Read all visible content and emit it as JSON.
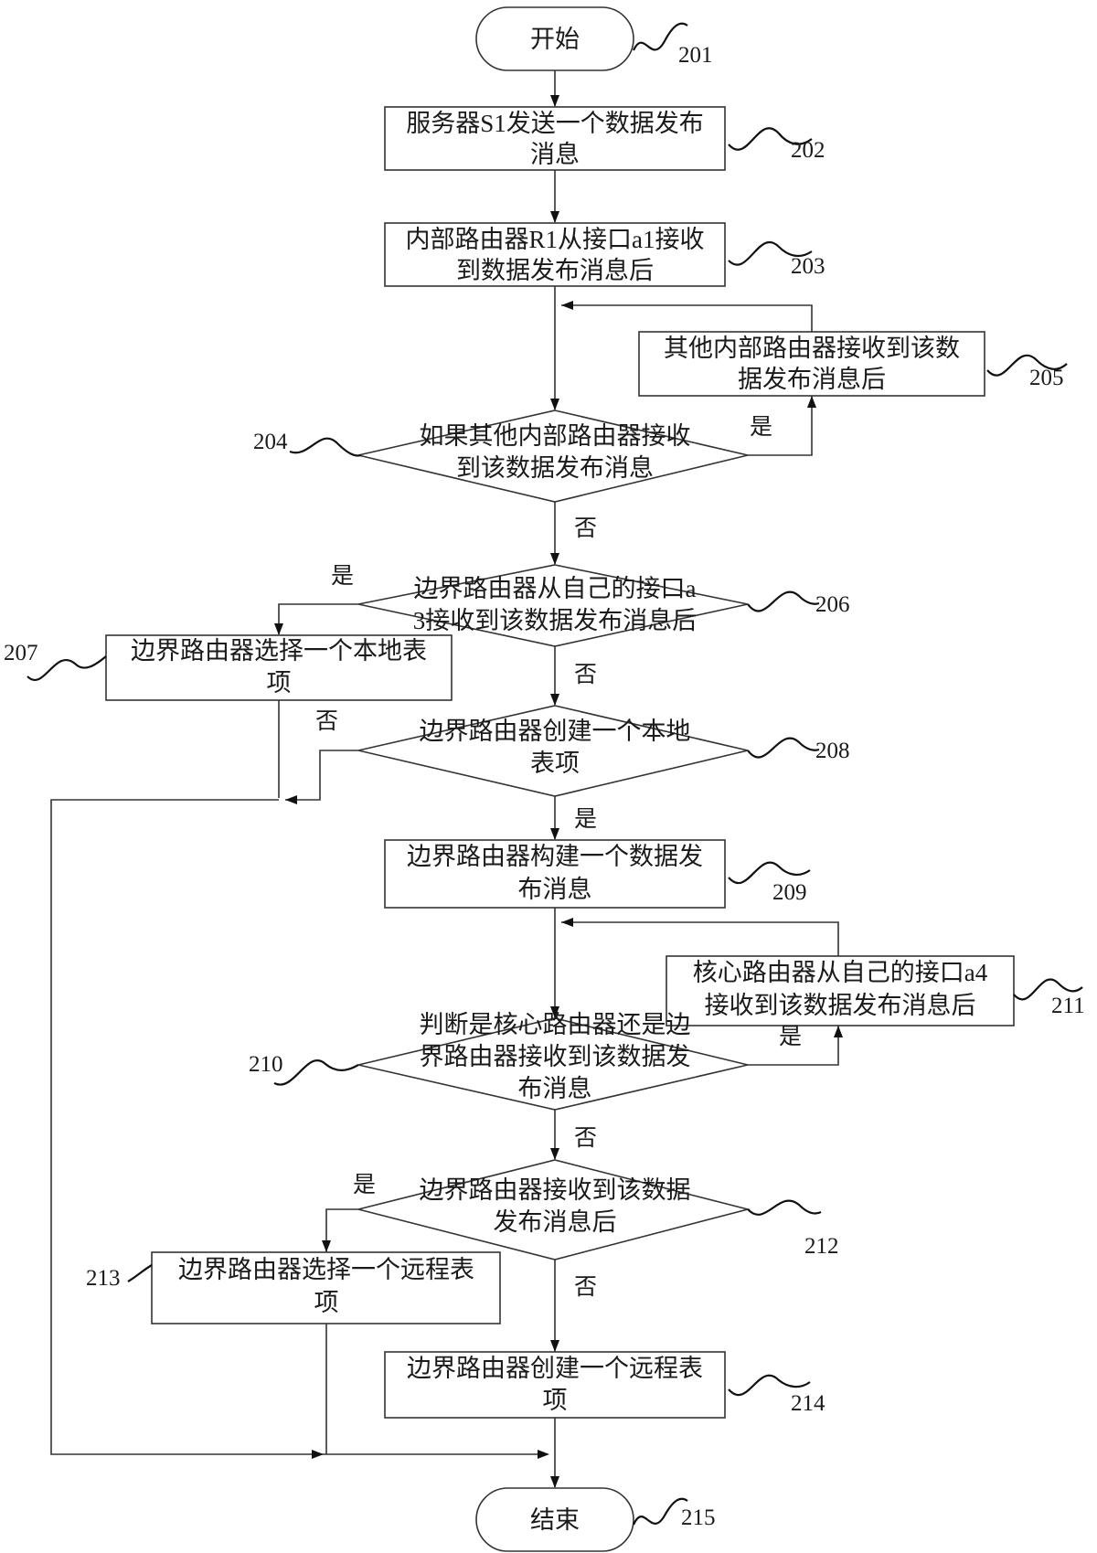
{
  "nodes": {
    "n201": {
      "type": "terminal",
      "lines": [
        "开始"
      ],
      "ref": "201"
    },
    "n202": {
      "type": "process",
      "lines": [
        "服务器S1发送一个数据发布",
        "消息"
      ],
      "ref": "202"
    },
    "n203": {
      "type": "process",
      "lines": [
        "内部路由器R1从接口a1接收",
        "到数据发布消息后"
      ],
      "ref": "203"
    },
    "n204": {
      "type": "decision",
      "lines": [
        "如果其他内部路由器接收",
        "到该数据发布消息"
      ],
      "ref": "204"
    },
    "n205": {
      "type": "process",
      "lines": [
        "其他内部路由器接收到该数",
        "据发布消息后"
      ],
      "ref": "205"
    },
    "n206": {
      "type": "decision",
      "lines": [
        "边界路由器从自己的接口a",
        "3接收到该数据发布消息后"
      ],
      "ref": "206"
    },
    "n207": {
      "type": "process",
      "lines": [
        "边界路由器选择一个本地表",
        "项"
      ],
      "ref": "207"
    },
    "n208": {
      "type": "decision",
      "lines": [
        "边界路由器创建一个本地",
        "表项"
      ],
      "ref": "208"
    },
    "n209": {
      "type": "process",
      "lines": [
        "边界路由器构建一个数据发",
        "布消息"
      ],
      "ref": "209"
    },
    "n210": {
      "type": "decision",
      "lines": [
        "判断是核心路由器还是边",
        "界路由器接收到该数据发",
        "布消息"
      ],
      "ref": "210"
    },
    "n211": {
      "type": "process",
      "lines": [
        "核心路由器从自己的接口a4",
        "接收到该数据发布消息后"
      ],
      "ref": "211"
    },
    "n212": {
      "type": "decision",
      "lines": [
        "边界路由器接收到该数据",
        "发布消息后"
      ],
      "ref": "212"
    },
    "n213": {
      "type": "process",
      "lines": [
        "边界路由器选择一个远程表",
        "项"
      ],
      "ref": "213"
    },
    "n214": {
      "type": "process",
      "lines": [
        "边界路由器创建一个远程表",
        "项"
      ],
      "ref": "214"
    },
    "n215": {
      "type": "terminal",
      "lines": [
        "结束"
      ],
      "ref": "215"
    }
  },
  "edge_labels": {
    "e204_yes": "是",
    "e204_no": "否",
    "e206_yes": "是",
    "e206_no": "否",
    "e208_no": "否",
    "e208_yes": "是",
    "e210_yes": "是",
    "e210_no": "否",
    "e212_yes": "是",
    "e212_no": "否"
  }
}
